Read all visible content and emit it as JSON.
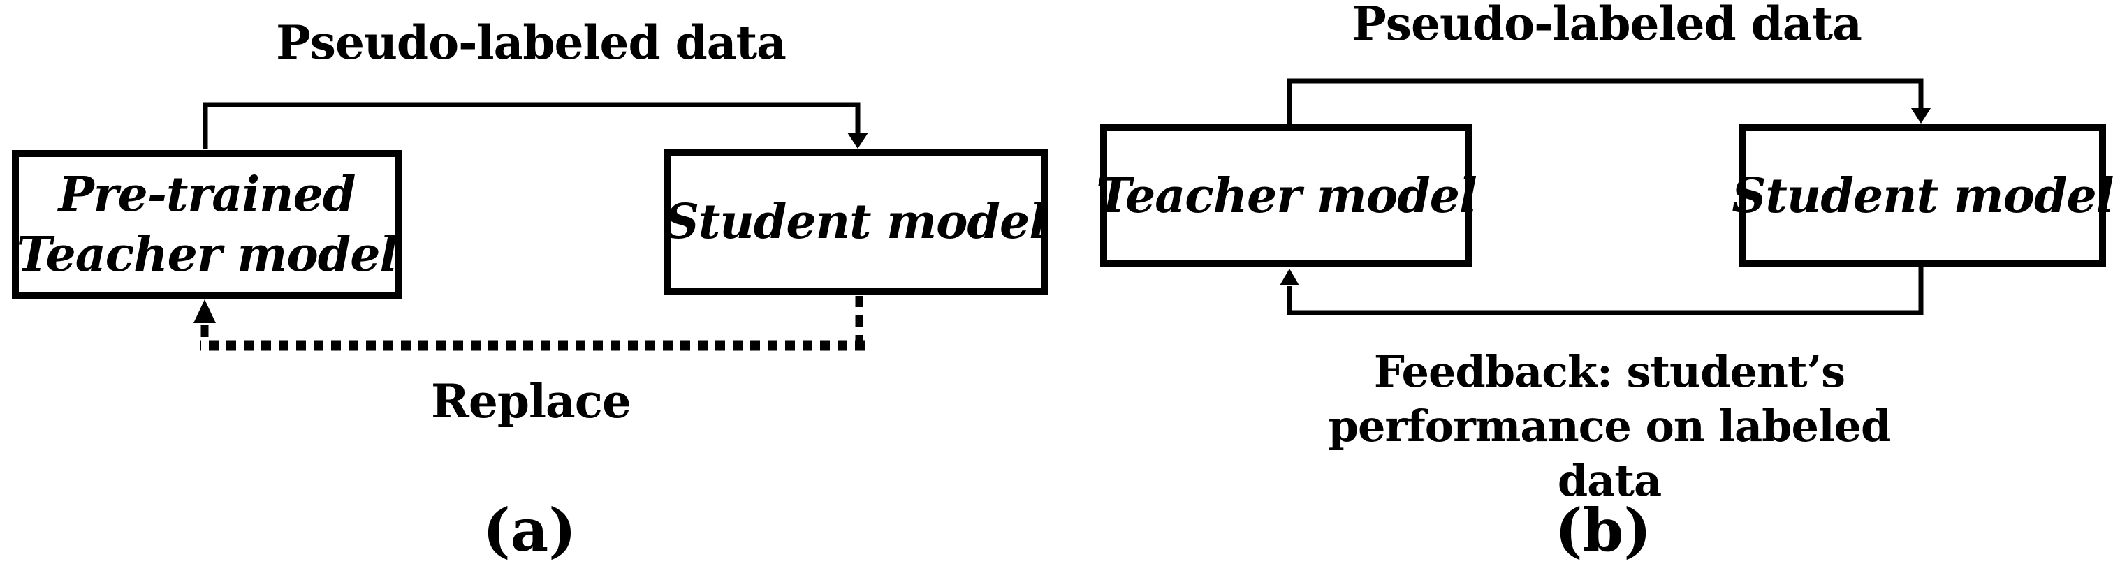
{
  "figure": {
    "background_color": "#ffffff",
    "ink_color": "#000000",
    "description_visible_panels": 2
  },
  "panel_a": {
    "caption": "(a)",
    "title": "Pseudo-labeled data",
    "teacher_box": {
      "label_line1": "Pre-trained",
      "label_line2": "Teacher model"
    },
    "student_box": {
      "label": "Student model"
    },
    "replace_label": "Replace"
  },
  "panel_b": {
    "caption": "(b)",
    "title": "Pseudo-labeled data",
    "teacher_box": {
      "label": "Teacher model"
    },
    "student_box": {
      "label": "Student model"
    },
    "feedback_label_line1": "Feedback: student’s",
    "feedback_label_line2": "performance on labeled data"
  }
}
